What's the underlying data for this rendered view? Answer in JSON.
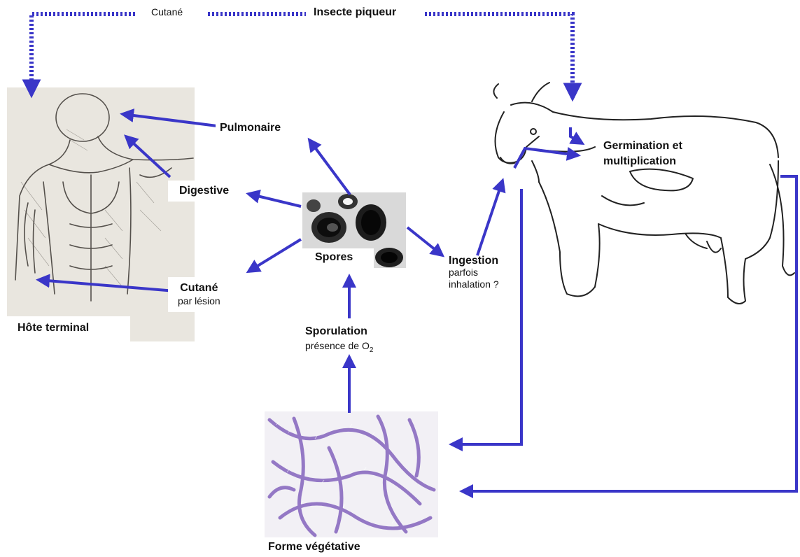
{
  "colors": {
    "arrow": "#3a36c8",
    "human_bg": "#e9e6df",
    "micro_bg": "#f2f0f5",
    "spore_bg": "#d9d9d9",
    "bacilli": "#8a6cc0"
  },
  "top_route": {
    "cutaneous": "Cutané",
    "insect": "Insecte piqueur"
  },
  "human": {
    "caption": "Hôte terminal",
    "icon": "human-anatomy-illustration"
  },
  "routes": {
    "pulmonary": "Pulmonaire",
    "digestive": "Digestive",
    "cutaneous": "Cutané",
    "cutaneous_sub": "par lésion"
  },
  "spores": {
    "label": "Spores",
    "icon": "spores-micrograph"
  },
  "ingestion": {
    "label": "Ingestion",
    "sub1": "parfois",
    "sub2": "inhalation ?"
  },
  "cow": {
    "label1": "Germination et",
    "label2": "multiplication",
    "icon": "cow-drawing"
  },
  "sporulation": {
    "label": "Sporulation",
    "sub_prefix": "présence de O",
    "sub_subscript": "2"
  },
  "vegetative": {
    "label": "Forme végétative",
    "icon": "bacilli-micrograph"
  }
}
